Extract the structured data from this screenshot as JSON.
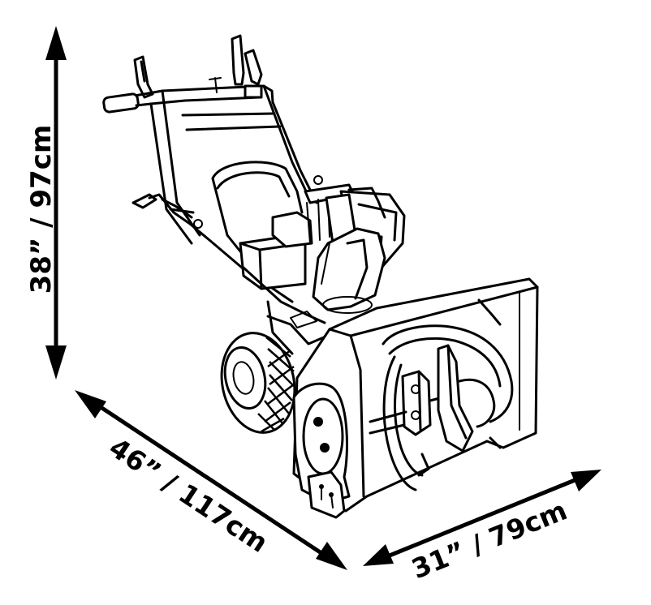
{
  "dimensions": {
    "height": {
      "label": "38” / 97cm"
    },
    "length": {
      "label": "46” / 117cm"
    },
    "width": {
      "label": "31” / 79cm"
    }
  },
  "colors": {
    "line": "#000000",
    "background": "#ffffff"
  },
  "illustration": {
    "subject": "two-stage snow blower line drawing"
  }
}
